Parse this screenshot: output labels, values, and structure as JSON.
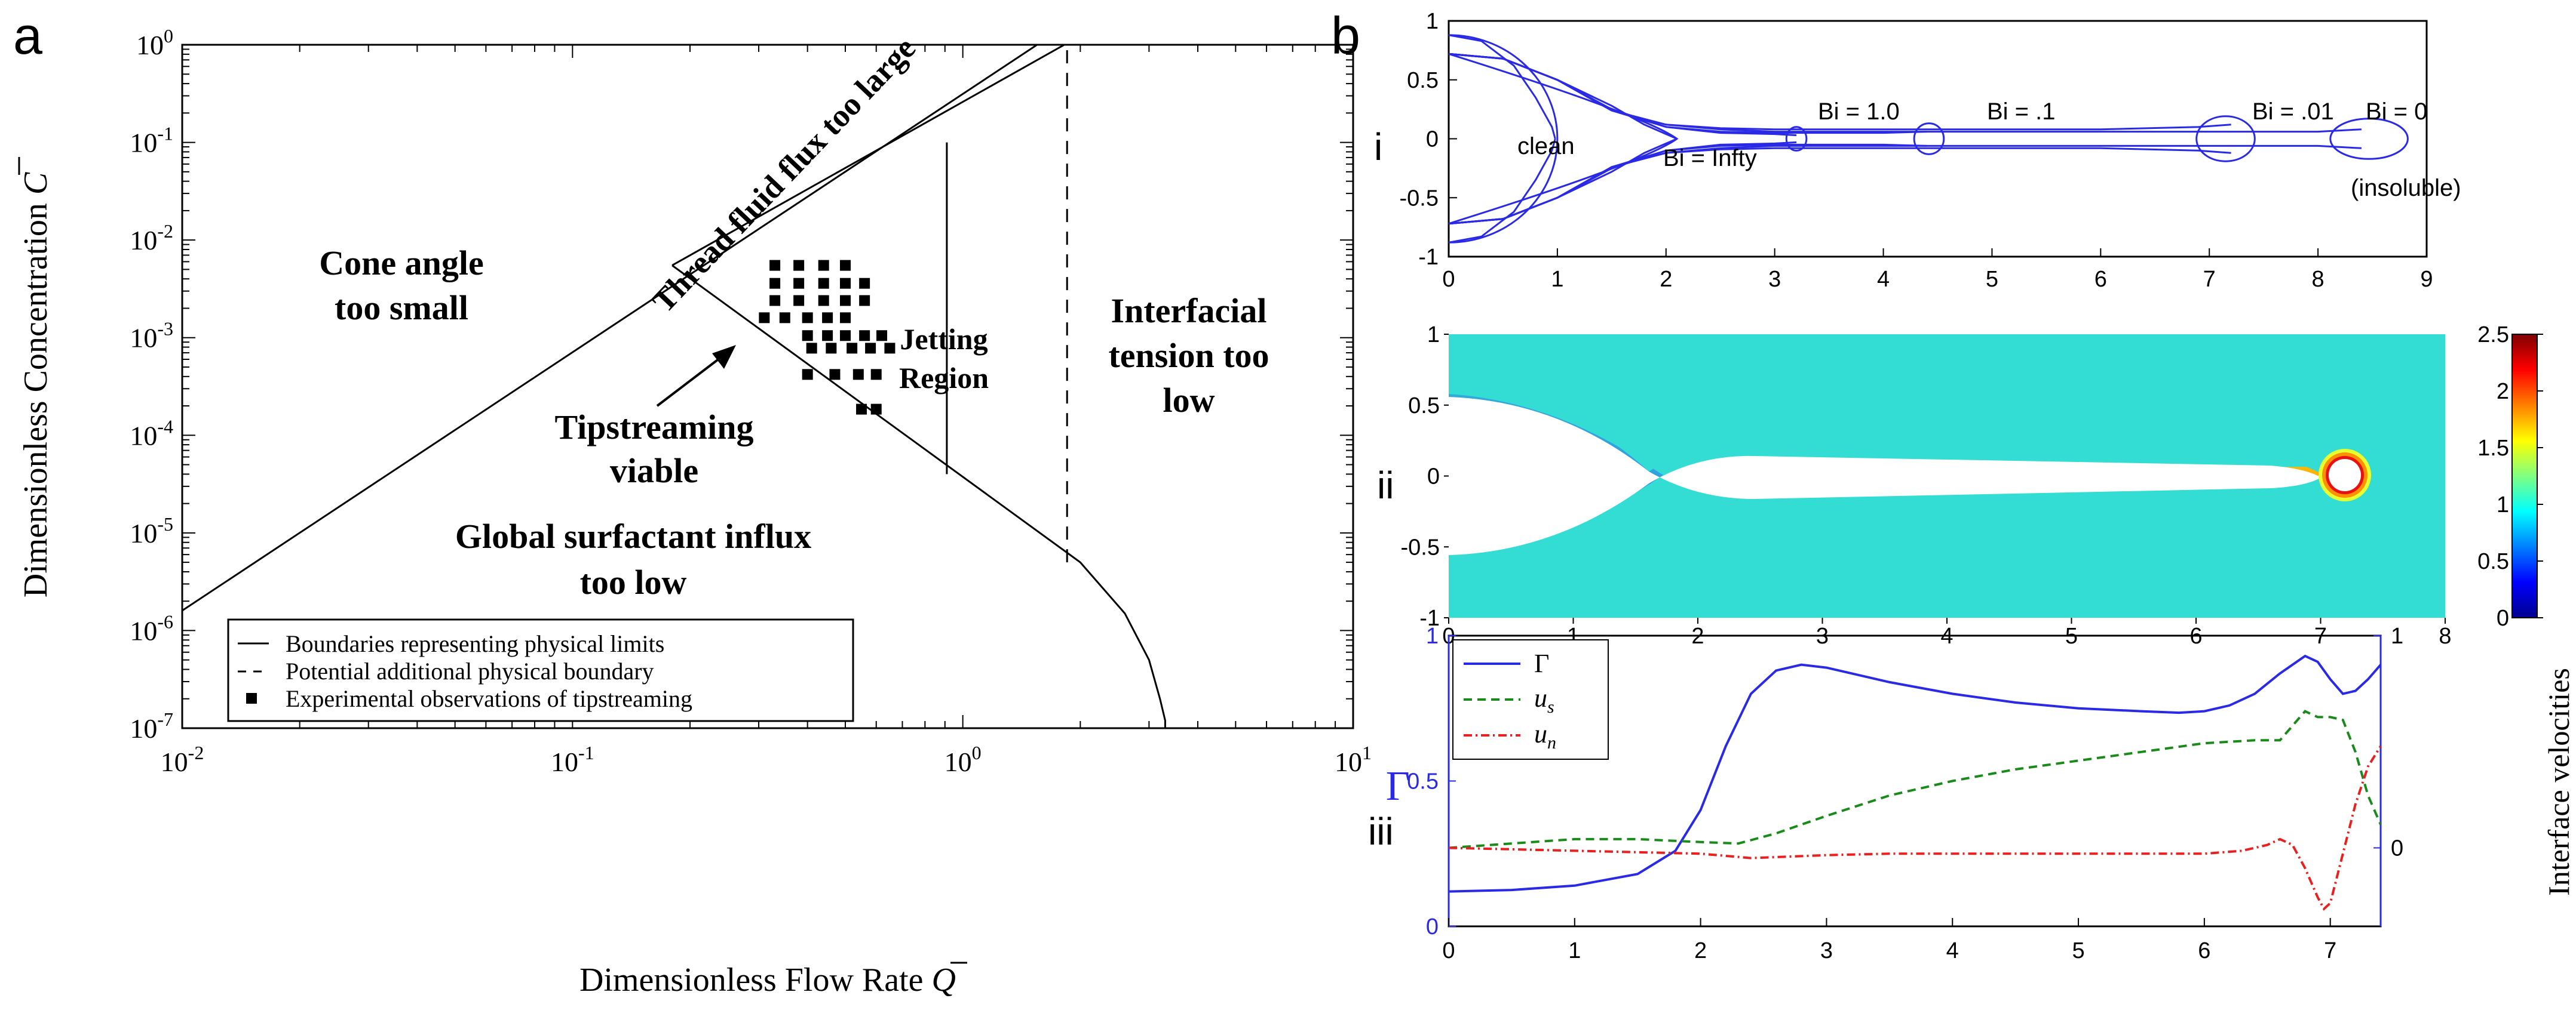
{
  "panel_labels": {
    "a": "a",
    "b": "b",
    "b_i": "i",
    "b_ii": "ii",
    "b_iii": "iii"
  },
  "colors": {
    "axis": "#000000",
    "curve": "#2a2ae6",
    "gamma": "#2a2ae6",
    "us": "#1a8a1a",
    "un": "#e82020",
    "axis_blue": "#2a2ae6"
  },
  "chart_data": [
    {
      "id": "a",
      "type": "scatter",
      "xscale": "log",
      "yscale": "log",
      "xlim": [
        0.01,
        10
      ],
      "ylim": [
        1e-07,
        1
      ],
      "xlabel": "Dimensionless Flow Rate Q̄",
      "ylabel": "Dimensionless Concentration C̄",
      "xtick_labels": [
        {
          "base": "10",
          "exp": "-2"
        },
        {
          "base": "10",
          "exp": "-1"
        },
        {
          "base": "10",
          "exp": "0"
        },
        {
          "base": "10",
          "exp": "1"
        }
      ],
      "ytick_labels": [
        {
          "base": "10",
          "exp": "-7"
        },
        {
          "base": "10",
          "exp": "-6"
        },
        {
          "base": "10",
          "exp": "-5"
        },
        {
          "base": "10",
          "exp": "-4"
        },
        {
          "base": "10",
          "exp": "-3"
        },
        {
          "base": "10",
          "exp": "-2"
        },
        {
          "base": "10",
          "exp": "-1"
        },
        {
          "base": "10",
          "exp": "0"
        }
      ],
      "boundaries": [
        {
          "style": "solid",
          "x": [
            0.01,
            1.55
          ],
          "y": [
            1.6e-06,
            1
          ]
        },
        {
          "style": "solid",
          "x": [
            0.18,
            1.82
          ],
          "y": [
            0.0055,
            1
          ]
        },
        {
          "style": "solid",
          "x": [
            0.18,
            2.0,
            2.6,
            3.0,
            3.2,
            3.3,
            3.3
          ],
          "y": [
            0.0055,
            5e-06,
            1.5e-06,
            5e-07,
            2e-07,
            1.2e-07,
            1e-07
          ]
        },
        {
          "style": "solid",
          "x": [
            0.91,
            0.91
          ],
          "y": [
            4e-05,
            0.1
          ]
        },
        {
          "style": "dashed",
          "x": [
            1.85,
            1.85
          ],
          "y": [
            5e-06,
            0.9
          ]
        }
      ],
      "region_labels": [
        {
          "text": "Cone angle",
          "line2": "too small"
        },
        {
          "text": "Thread fluid flux too large"
        },
        {
          "text": "Jetting",
          "line2": "Region"
        },
        {
          "text": "Interfacial",
          "line2": "tension too",
          "line3": "low"
        },
        {
          "text": "Tipstreaming",
          "line2": "viable"
        },
        {
          "text": "Global surfactant influx",
          "line2": "too low"
        }
      ],
      "points": [
        {
          "x": 0.33,
          "y": 0.0055
        },
        {
          "x": 0.38,
          "y": 0.0055
        },
        {
          "x": 0.44,
          "y": 0.0055
        },
        {
          "x": 0.5,
          "y": 0.0055
        },
        {
          "x": 0.33,
          "y": 0.0036
        },
        {
          "x": 0.38,
          "y": 0.0036
        },
        {
          "x": 0.44,
          "y": 0.0036
        },
        {
          "x": 0.5,
          "y": 0.0036
        },
        {
          "x": 0.56,
          "y": 0.0036
        },
        {
          "x": 0.33,
          "y": 0.0024
        },
        {
          "x": 0.38,
          "y": 0.0024
        },
        {
          "x": 0.44,
          "y": 0.0024
        },
        {
          "x": 0.5,
          "y": 0.0024
        },
        {
          "x": 0.56,
          "y": 0.0024
        },
        {
          "x": 0.31,
          "y": 0.0016
        },
        {
          "x": 0.35,
          "y": 0.0016
        },
        {
          "x": 0.4,
          "y": 0.0016
        },
        {
          "x": 0.45,
          "y": 0.0016
        },
        {
          "x": 0.5,
          "y": 0.0016
        },
        {
          "x": 0.4,
          "y": 0.00105
        },
        {
          "x": 0.45,
          "y": 0.00105
        },
        {
          "x": 0.5,
          "y": 0.00105
        },
        {
          "x": 0.56,
          "y": 0.00105
        },
        {
          "x": 0.62,
          "y": 0.00105
        },
        {
          "x": 0.41,
          "y": 0.00078
        },
        {
          "x": 0.46,
          "y": 0.00078
        },
        {
          "x": 0.52,
          "y": 0.00078
        },
        {
          "x": 0.58,
          "y": 0.00078
        },
        {
          "x": 0.65,
          "y": 0.00078
        },
        {
          "x": 0.4,
          "y": 0.00042
        },
        {
          "x": 0.47,
          "y": 0.00042
        },
        {
          "x": 0.54,
          "y": 0.00042
        },
        {
          "x": 0.6,
          "y": 0.00042
        },
        {
          "x": 0.55,
          "y": 0.000185
        },
        {
          "x": 0.6,
          "y": 0.000185
        }
      ],
      "legend": {
        "position": "bottom-right",
        "entries": [
          {
            "style": "solid",
            "label": "Boundaries representing physical limits"
          },
          {
            "style": "dashed",
            "label": "Potential additional physical boundary"
          },
          {
            "style": "marker",
            "label": "Experimental observations of tipstreaming"
          }
        ]
      }
    },
    {
      "id": "b-i",
      "type": "line",
      "xlim": [
        0,
        9
      ],
      "ylim": [
        -1,
        1
      ],
      "xticks": [
        "0",
        "1",
        "2",
        "3",
        "4",
        "5",
        "6",
        "7",
        "8",
        "9"
      ],
      "yticks": [
        "-1",
        "-0.5",
        "0",
        "0.5",
        "1"
      ],
      "annotations": [
        "clean",
        "Bi = Infty",
        "Bi = 1.0",
        "Bi = .1",
        "Bi = .01",
        "Bi = 0",
        "(insoluble)"
      ],
      "profiles": [
        {
          "name": "clean",
          "x": [
            0,
            0.3,
            0.6,
            0.8,
            0.95,
            0.98
          ],
          "y": [
            0.88,
            0.83,
            0.62,
            0.35,
            0.1,
            0
          ]
        },
        {
          "name": "Bi = Infty",
          "x": [
            0,
            0.5,
            1.0,
            1.5,
            1.8,
            2.0,
            2.1
          ],
          "y": [
            0.72,
            0.68,
            0.5,
            0.28,
            0.12,
            0.04,
            0
          ]
        },
        {
          "name": "Bi = 1.0",
          "x": [
            0,
            0.5,
            1.0,
            1.5,
            2.0,
            2.5,
            3.0,
            3.2
          ],
          "y": [
            0.72,
            0.68,
            0.5,
            0.25,
            0.1,
            0.05,
            0.04,
            0.03
          ]
        },
        {
          "name": "Bi = .1",
          "x": [
            0,
            0.5,
            1.0,
            1.5,
            2.0,
            2.5,
            3.0,
            4.0,
            4.4
          ],
          "y": [
            0.72,
            0.68,
            0.5,
            0.24,
            0.1,
            0.06,
            0.05,
            0.05,
            0.06
          ]
        },
        {
          "name": "Bi = .01",
          "x": [
            0,
            0.5,
            1.0,
            1.5,
            2.0,
            2.5,
            3.0,
            4.0,
            5.0,
            6.0,
            6.9,
            7.2
          ],
          "y": [
            0.72,
            0.68,
            0.5,
            0.24,
            0.12,
            0.09,
            0.08,
            0.08,
            0.08,
            0.08,
            0.1,
            0.12
          ]
        },
        {
          "name": "Bi = 0",
          "x": [
            0,
            0.5,
            1.0,
            1.5,
            2.0,
            2.5,
            3.0,
            4.0,
            5.0,
            6.0,
            7.0,
            8.0,
            8.4
          ],
          "y": [
            0.72,
            0.68,
            0.5,
            0.24,
            0.12,
            0.08,
            0.06,
            0.06,
            0.06,
            0.06,
            0.06,
            0.06,
            0.08
          ]
        }
      ]
    },
    {
      "id": "b-ii",
      "type": "heatmap",
      "xlim": [
        0,
        8
      ],
      "ylim": [
        -1,
        1
      ],
      "xticks": [
        "0",
        "1",
        "2",
        "3",
        "4",
        "5",
        "6",
        "7",
        "8"
      ],
      "yticks": [
        "-1",
        "-0.5",
        "0",
        "0.5",
        "1"
      ],
      "colorbar": {
        "range": [
          0,
          2.5
        ],
        "ticks": [
          "0",
          "0.5",
          "1",
          "1.5",
          "2",
          "2.5"
        ],
        "colormap": "jet"
      }
    },
    {
      "id": "b-iii",
      "type": "line",
      "xlim": [
        0,
        7.4
      ],
      "xticks": [
        "0",
        "1",
        "2",
        "3",
        "4",
        "5",
        "6",
        "7"
      ],
      "ylim_left": [
        0,
        1
      ],
      "yticks_left": [
        "0",
        "0.5",
        "1"
      ],
      "ylabel_left": "Γ",
      "yticks_right": [
        "0",
        "1"
      ],
      "ylabel_right": "Interface velocities",
      "legend": {
        "position": "top-left",
        "entries": [
          {
            "label": "Γ",
            "style": "solid"
          },
          {
            "label": "u",
            "sub": "s",
            "style": "dashed"
          },
          {
            "label": "u",
            "sub": "n",
            "style": "dashdot"
          }
        ]
      },
      "series": [
        {
          "name": "Γ",
          "x": [
            0,
            0.5,
            1.0,
            1.5,
            1.8,
            2.0,
            2.2,
            2.4,
            2.6,
            2.8,
            3.0,
            3.5,
            4.0,
            4.5,
            5.0,
            5.5,
            5.8,
            6.0,
            6.2,
            6.4,
            6.6,
            6.8,
            6.9,
            7.0,
            7.1,
            7.2,
            7.3,
            7.4
          ],
          "y": [
            0.12,
            0.125,
            0.14,
            0.18,
            0.26,
            0.4,
            0.62,
            0.8,
            0.88,
            0.9,
            0.89,
            0.84,
            0.8,
            0.77,
            0.75,
            0.74,
            0.735,
            0.74,
            0.76,
            0.8,
            0.87,
            0.93,
            0.91,
            0.85,
            0.8,
            0.81,
            0.85,
            0.9
          ]
        },
        {
          "name": "us",
          "x": [
            0,
            0.5,
            1.0,
            1.5,
            2.0,
            2.3,
            2.6,
            3.0,
            3.5,
            4.0,
            4.5,
            5.0,
            5.5,
            6.0,
            6.4,
            6.6,
            6.8,
            6.9,
            7.0,
            7.1,
            7.2,
            7.3,
            7.4
          ],
          "y": [
            0.27,
            0.285,
            0.3,
            0.3,
            0.29,
            0.285,
            0.32,
            0.38,
            0.45,
            0.5,
            0.54,
            0.57,
            0.6,
            0.63,
            0.64,
            0.64,
            0.74,
            0.72,
            0.72,
            0.71,
            0.6,
            0.45,
            0.35
          ]
        },
        {
          "name": "un",
          "x": [
            0,
            0.5,
            1.0,
            1.5,
            2.0,
            2.4,
            3.0,
            3.5,
            4.0,
            4.5,
            5.0,
            5.5,
            6.0,
            6.3,
            6.5,
            6.6,
            6.7,
            6.8,
            6.9,
            6.95,
            7.0,
            7.1,
            7.2,
            7.3,
            7.4
          ],
          "y": [
            0.27,
            0.265,
            0.26,
            0.255,
            0.25,
            0.235,
            0.245,
            0.25,
            0.25,
            0.25,
            0.25,
            0.25,
            0.25,
            0.26,
            0.28,
            0.3,
            0.28,
            0.2,
            0.1,
            0.06,
            0.08,
            0.25,
            0.42,
            0.55,
            0.62
          ]
        }
      ]
    }
  ]
}
